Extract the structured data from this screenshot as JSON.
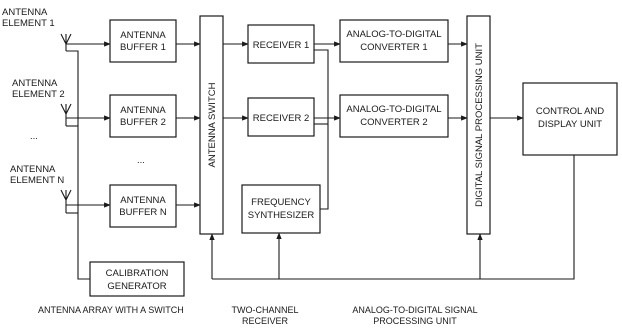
{
  "antennas": [
    {
      "line1": "ANTENNA",
      "line2": "ELEMENT 1"
    },
    {
      "line1": "ANTENNA",
      "line2": "ELEMENT 2"
    },
    {
      "line1": "ANTENNA",
      "line2": "ELEMENT N"
    }
  ],
  "antenna_ellipsis": "...",
  "buffers": [
    {
      "line1": "ANTENNA",
      "line2": "BUFFER 1"
    },
    {
      "line1": "ANTENNA",
      "line2": "BUFFER 2"
    },
    {
      "line1": "ANTENNA",
      "line2": "BUFFER N"
    }
  ],
  "buffer_ellipsis": "...",
  "antenna_switch": "ANTENNA SWITCH",
  "receivers": [
    "RECEIVER 1",
    "RECEIVER 2"
  ],
  "frequency_synthesizer": {
    "line1": "FREQUENCY",
    "line2": "SYNTHESIZER"
  },
  "adcs": [
    {
      "line1": "ANALOG-TO-DIGITAL",
      "line2": "CONVERTER 1"
    },
    {
      "line1": "ANALOG-TO-DIGITAL",
      "line2": "CONVERTER 2"
    }
  ],
  "dsp_unit": "DIGITAL SIGNAL PROCESSING UNIT",
  "control_unit": {
    "line1": "CONTROL AND",
    "line2": "DISPLAY UNIT"
  },
  "calibration_generator": {
    "line1": "CALIBRATION",
    "line2": "GENERATOR"
  },
  "captions": {
    "antenna_array": "ANTENNA ARRAY WITH A SWITCH",
    "receiver": {
      "line1": "TWO-CHANNEL",
      "line2": "RECEIVER"
    },
    "adc": {
      "line1": "ANALOG-TO-DIGITAL SIGNAL",
      "line2": "PROCESSING UNIT"
    }
  }
}
